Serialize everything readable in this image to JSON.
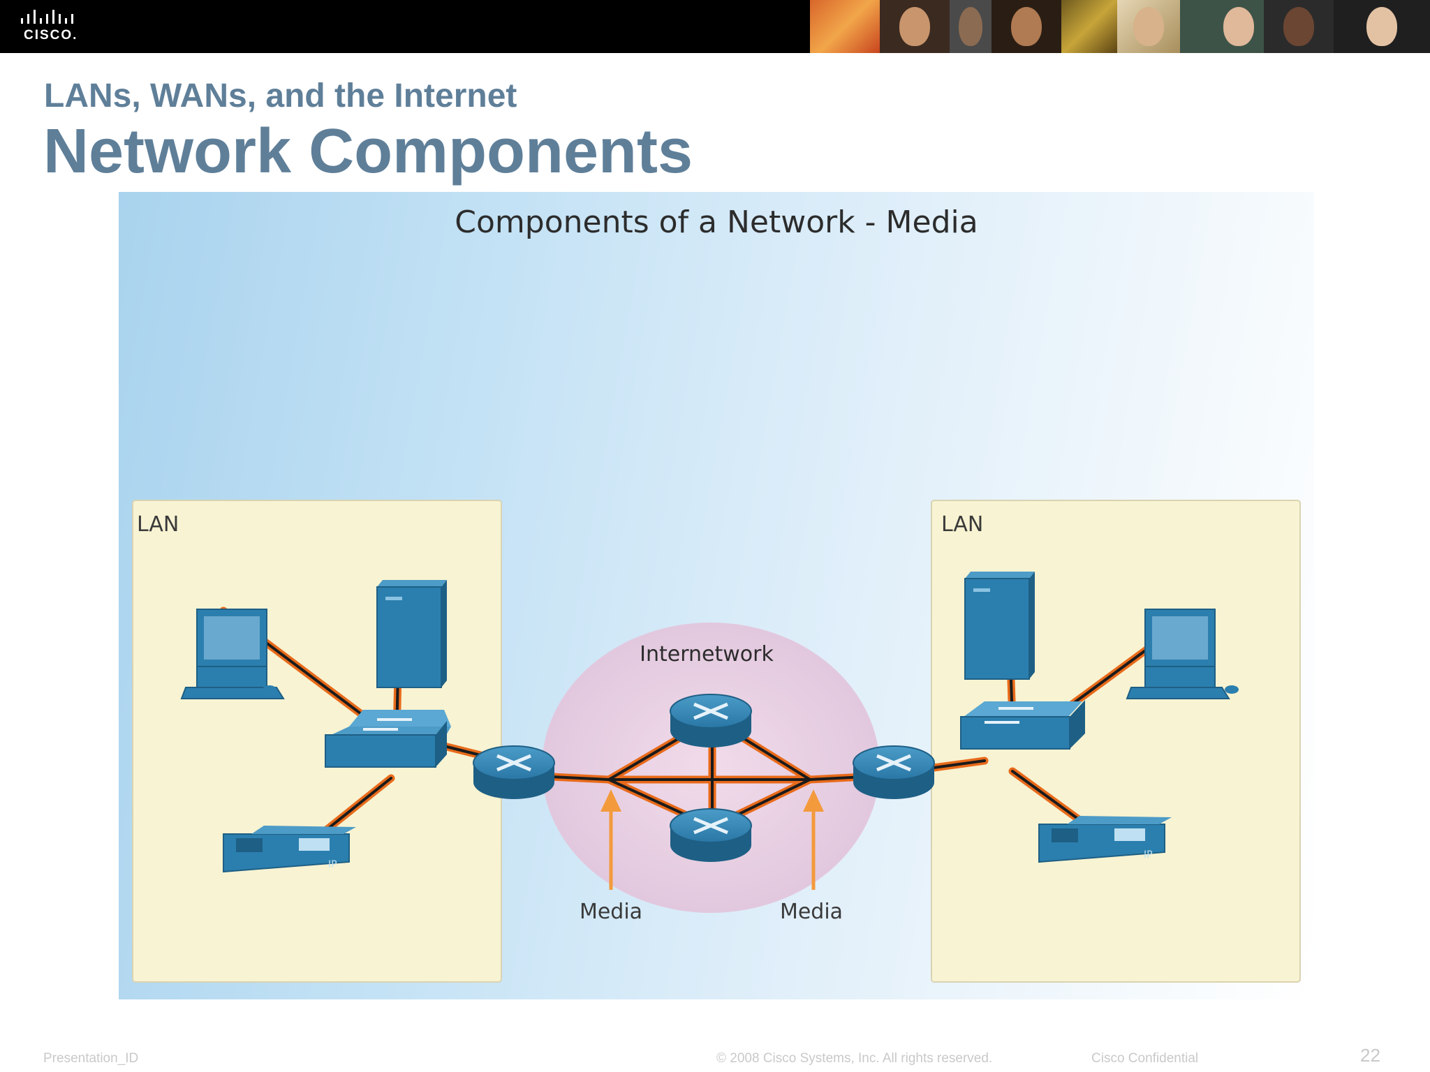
{
  "header": {
    "logo_text": "CISCO.",
    "subtitle": "LANs, WANs, and the Internet",
    "title": "Network Components"
  },
  "diagram": {
    "title": "Components of a Network - Media",
    "left_lan_label": "LAN",
    "right_lan_label": "LAN",
    "internetwork_label": "Internetwork",
    "media_label_left": "Media",
    "media_label_right": "Media",
    "colors": {
      "device_blue": "#2b7fae",
      "cable": "#e86a1a",
      "lan_box": "#f8f3d2",
      "internetwork_cloud": "#ead5e6",
      "arrow": "#f39a3c"
    }
  },
  "footer": {
    "presentation_id": "Presentation_ID",
    "copyright": "© 2008 Cisco Systems, Inc. All rights reserved.",
    "confidential": "Cisco Confidential",
    "page_number": "22"
  }
}
